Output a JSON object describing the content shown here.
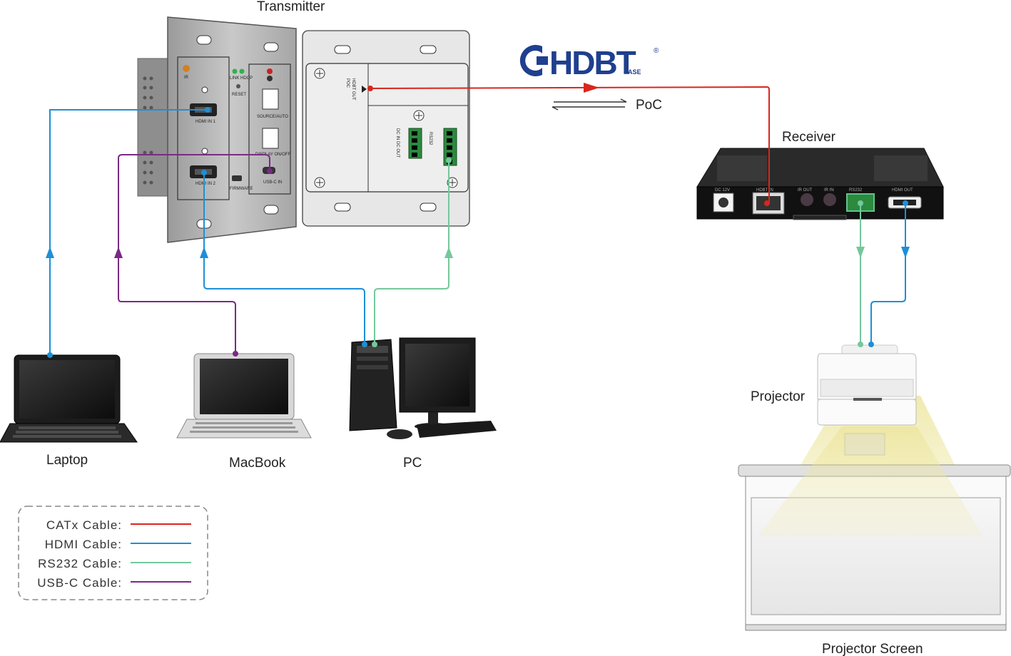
{
  "labels": {
    "transmitter": "Transmitter",
    "receiver": "Receiver",
    "poc": "PoC",
    "projector": "Projector",
    "projector_screen": "Projector Screen",
    "laptop": "Laptop",
    "macbook": "MacBook",
    "pc": "PC"
  },
  "logo": {
    "text": "HDBT",
    "sub": "ASE",
    "mark": "®"
  },
  "panel_text": {
    "ir": "IR",
    "link_hdcp": "LINK HDCP",
    "reset": "RESET",
    "hdmi_in_1": "HDMI IN 1",
    "hdmi_in_2": "HDMI IN 2",
    "source_auto": "SOURCE/AUTO",
    "display_onoff": "DISPLAY ON/OFF",
    "firmware": "FIRMWARE",
    "usb_c_in": "USB-C IN",
    "hdbt_out": "HDBT OUT",
    "poc": "POC",
    "rs232": "RS232",
    "dc_in_out": "DC IN  DC OUT"
  },
  "receiver_text": {
    "dc": "DC 12V",
    "hdbt_in": "HDBT IN",
    "ir_out": "IR OUT",
    "ir_in": "IR IN",
    "rs232": "RS232",
    "hdmi_out": "HDMI OUT"
  },
  "legend": {
    "items": [
      {
        "label": "CATx Cable:",
        "color": "#d9261c"
      },
      {
        "label": "HDMI Cable:",
        "color": "#1e8fd6"
      },
      {
        "label": "RS232 Cable:",
        "color": "#74c89c"
      },
      {
        "label": "USB-C Cable:",
        "color": "#7a2a85"
      }
    ]
  },
  "colors": {
    "catx": "#d9261c",
    "hdmi": "#1e8fd6",
    "rs232": "#74c89c",
    "usbc": "#7a2a85",
    "hdbt_blue": "#1f3f8f"
  }
}
